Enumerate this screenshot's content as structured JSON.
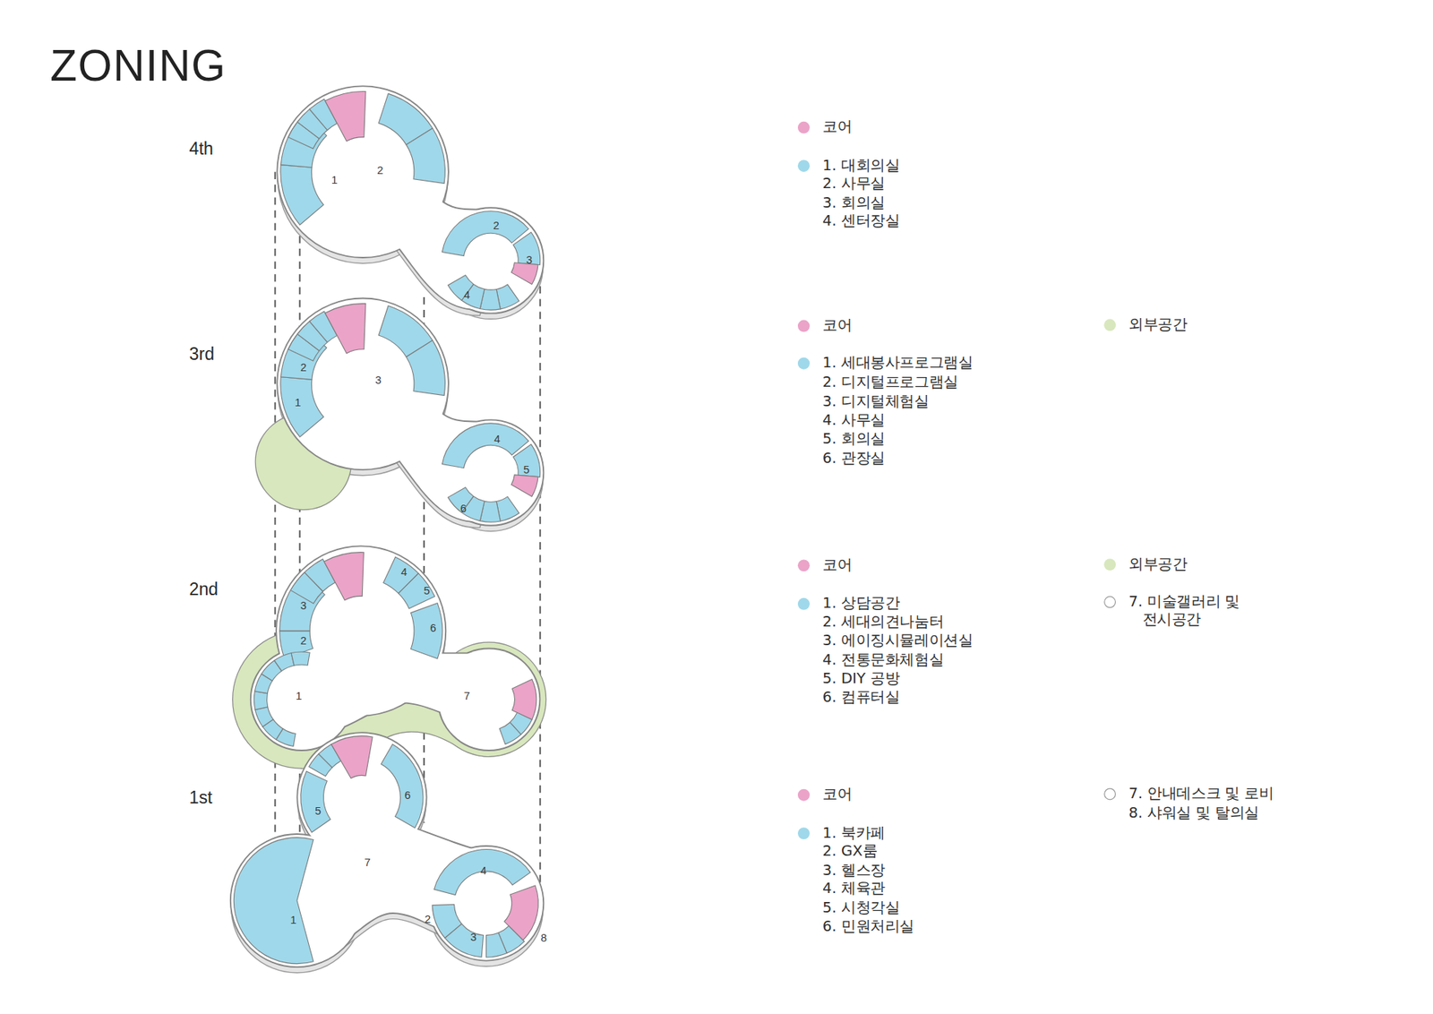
{
  "diagram": {
    "title": "ZONING",
    "labels": [
      "4th",
      "3rd",
      "2nd",
      "1st",
      "1",
      "2",
      "2",
      "3",
      "4",
      "2",
      "1",
      "3",
      "4",
      "5",
      "6",
      "4",
      "5",
      "6",
      "3",
      "2",
      "1",
      "7",
      "5",
      "6",
      "7",
      "4",
      "1",
      "2",
      "3",
      "8",
      "2. 사무실",
      "3. 회의실",
      "4. 센터장실",
      "2. 디지털프로그램실",
      "3. 디지털체험실",
      "4. 사무실",
      "5. 회의실",
      "6. 관장실",
      "2. 세대의견나눔터",
      "3. 에이징시뮬레이션실",
      "4. 전통문화체험실",
      "5. DIY 공방",
      "6. 컴퓨터실",
      "8. 샤워실 및 탈의실",
      "2. GX룸",
      "3. 헬스장",
      "4. 체육관",
      "5. 시청각실",
      "6. 민원처리실"
    ],
    "legend": [
      {
        "text": "코어",
        "color": "#eba3c8"
      },
      {
        "text": "1. 대회의실",
        "color": "#9fd8ea"
      },
      {
        "text": "코어",
        "color": "#eba3c8"
      },
      {
        "text": "외부공간",
        "color": "#d8e7bd"
      },
      {
        "text": "1. 세대봉사프로그램실",
        "color": "#9fd8ea"
      },
      {
        "text": "코어",
        "color": "#eba3c8"
      },
      {
        "text": "외부공간",
        "color": "#d8e7bd"
      },
      {
        "text": "1. 상담공간",
        "color": "#9fd8ea"
      },
      {
        "text": "7. 미술갤러리 및 전시공간"
      },
      {
        "text": "코어",
        "color": "#eba3c8"
      },
      {
        "text": "7. 안내데스크 및 로비"
      },
      {
        "text": "1. 북카페",
        "color": "#9fd8ea"
      }
    ]
  }
}
